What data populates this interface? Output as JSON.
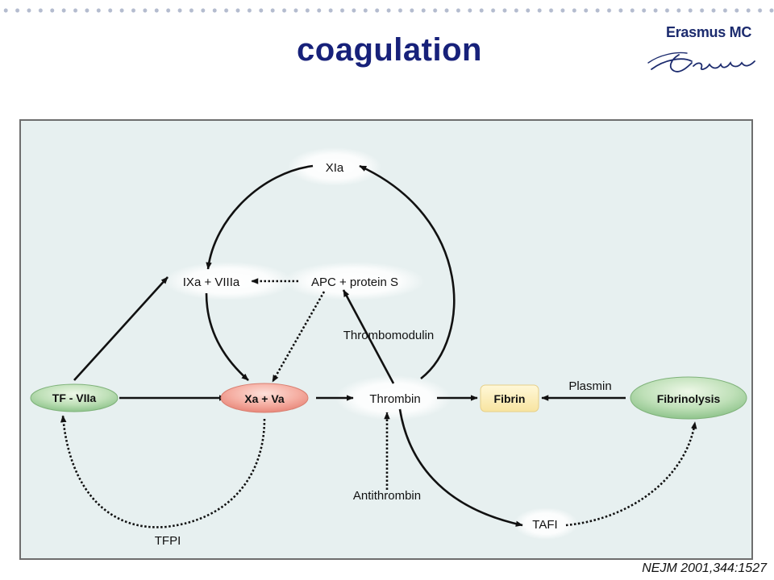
{
  "title": "coagulation",
  "logo": {
    "text": "Erasmus MC",
    "signature": "Erasmus"
  },
  "citation": "NEJM 2001,344:1527",
  "diagram": {
    "nodes": {
      "xia": "XIa",
      "ixa_viiia": "IXa + VIIIa",
      "apc_protein_s": "APC + protein S",
      "tf_viia": "TF - VIIa",
      "xa_va": "Xa + Va",
      "thrombin": "Thrombin",
      "fibrin": "Fibrin",
      "fibrinolysis": "Fibrinolysis",
      "tafi": "TAFI",
      "tfpi": "TFPI"
    },
    "edge_labels": {
      "thrombomodulin": "Thrombomodulin",
      "antithrombin": "Antithrombin",
      "plasmin": "Plasmin"
    }
  }
}
